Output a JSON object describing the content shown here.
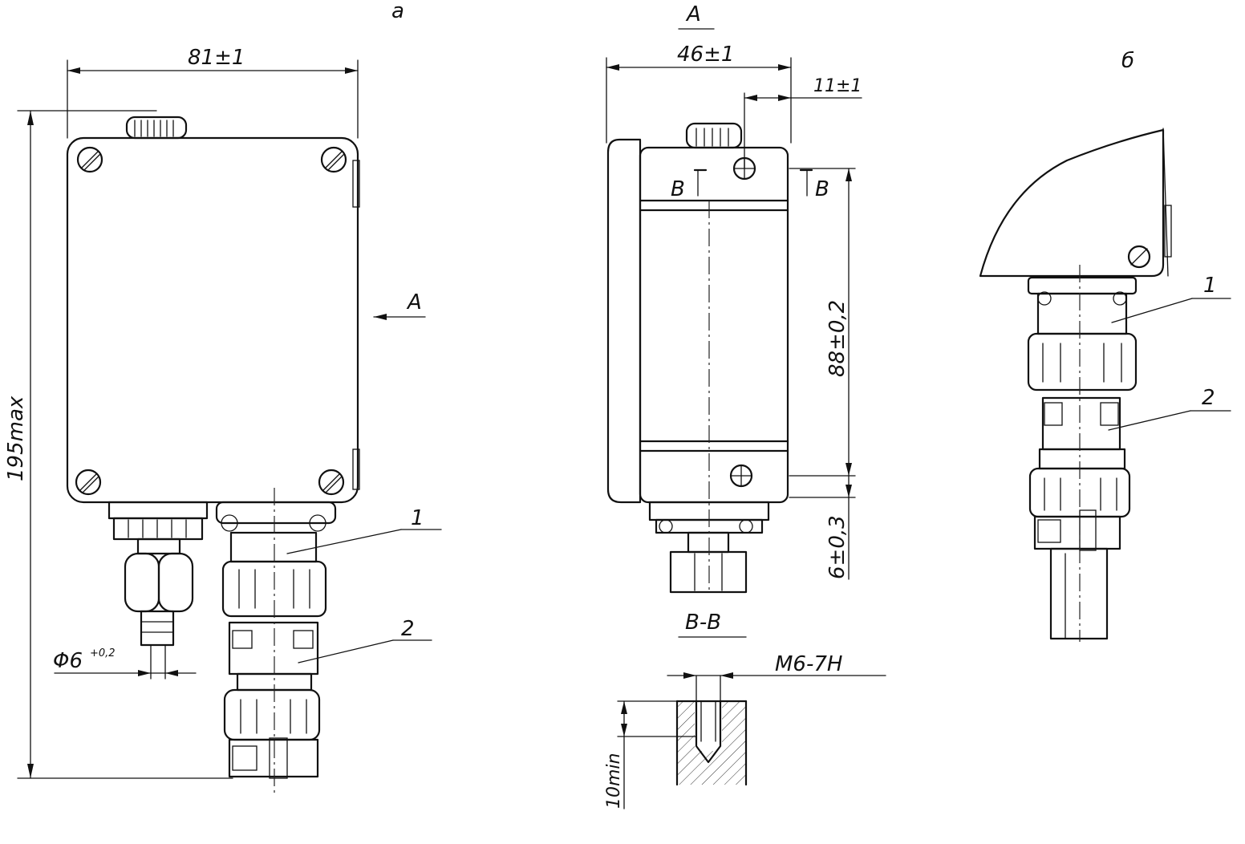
{
  "views": {
    "a_label": "а",
    "b_label": "б",
    "view_a_title": "A",
    "section_title": "В-В",
    "section_mark_left": "В",
    "section_mark_right": "В",
    "arrow_a_label": "A"
  },
  "dimensions": {
    "width_front": "81±1",
    "height_total": "195max",
    "diameter_tube": "Φ6",
    "diameter_tol": "+0,2",
    "width_side": "46±1",
    "hole_offset": "11±1",
    "hole_spacing": "88±0,2",
    "bottom_offset": "6±0,3",
    "thread": "М6-7Н",
    "depth_min": "10min"
  },
  "callouts": {
    "part_1": "1",
    "part_2": "2"
  }
}
